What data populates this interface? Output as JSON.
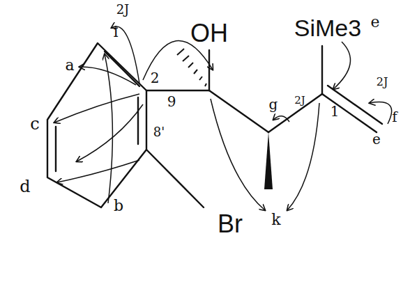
{
  "diagram": {
    "labels": [
      "2J",
      "i",
      "OH",
      "SiMe3",
      "e",
      "a",
      "c",
      "2",
      "9",
      "g",
      "2J",
      "1",
      "2J",
      "e",
      "f",
      "8'",
      "d",
      "b",
      "Br",
      "k"
    ]
  }
}
